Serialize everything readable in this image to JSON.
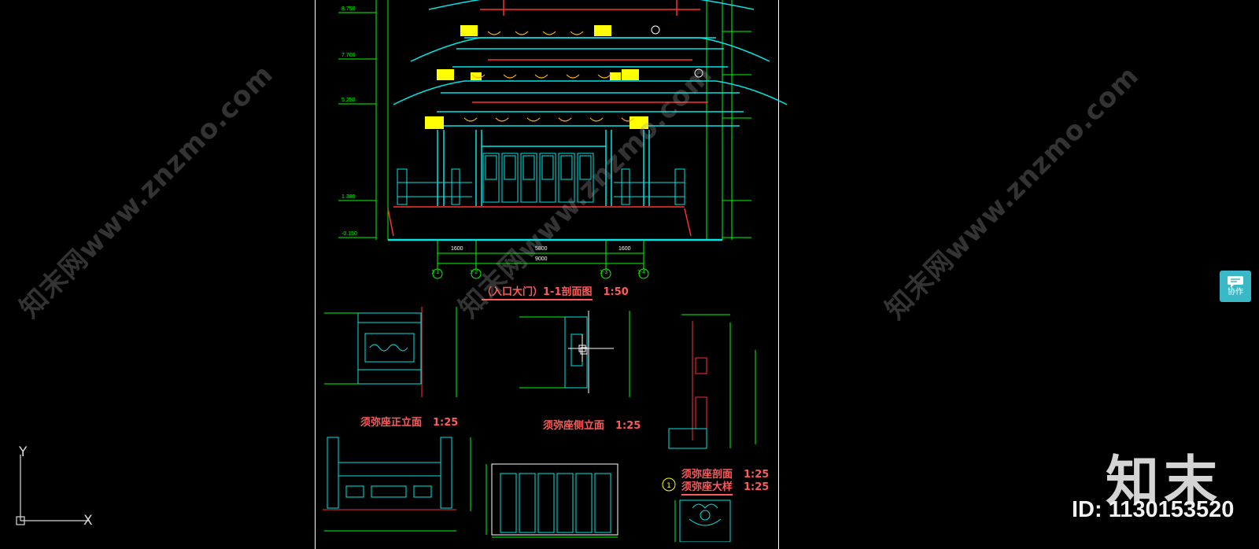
{
  "drawing": {
    "titles": {
      "section": "（入口大门）1-1剖面图",
      "section_scale": "1:50",
      "base_front": "须弥座正立面",
      "base_front_scale": "1:25",
      "base_side": "须弥座侧立面",
      "base_side_scale": "1:25",
      "base_cut": "须弥座剖面",
      "base_cut_scale": "1:25",
      "base_detail": "须弥座大样",
      "base_detail_scale": "1:25"
    },
    "grid_axes": [
      "1-1",
      "1-2",
      "1-3",
      "1-4"
    ],
    "bottom_dims": [
      "1600",
      "5800",
      "1600",
      "9000"
    ],
    "left_levels": [
      "8.750",
      "7.700",
      "5.250",
      "1.380",
      "-0.150"
    ],
    "detail_number": "1"
  },
  "watermarks": [
    "知末网www.znzmo.com",
    "知末网www.znzmo.com",
    "知末网www.znzmo.com"
  ],
  "collab_button": {
    "label": "协作"
  },
  "brand": {
    "logo_text": "知末",
    "id_text": "ID: 1130153520"
  },
  "ucs": {
    "x_label": "X",
    "y_label": "Y"
  },
  "colors": {
    "background": "#000000",
    "cad_cyan": "#00e5e5",
    "cad_green": "#00ff00",
    "cad_red": "#ff3030",
    "cad_yellow": "#ffff00",
    "title_red": "#ff5a5a",
    "button_teal": "#39b8c8"
  }
}
